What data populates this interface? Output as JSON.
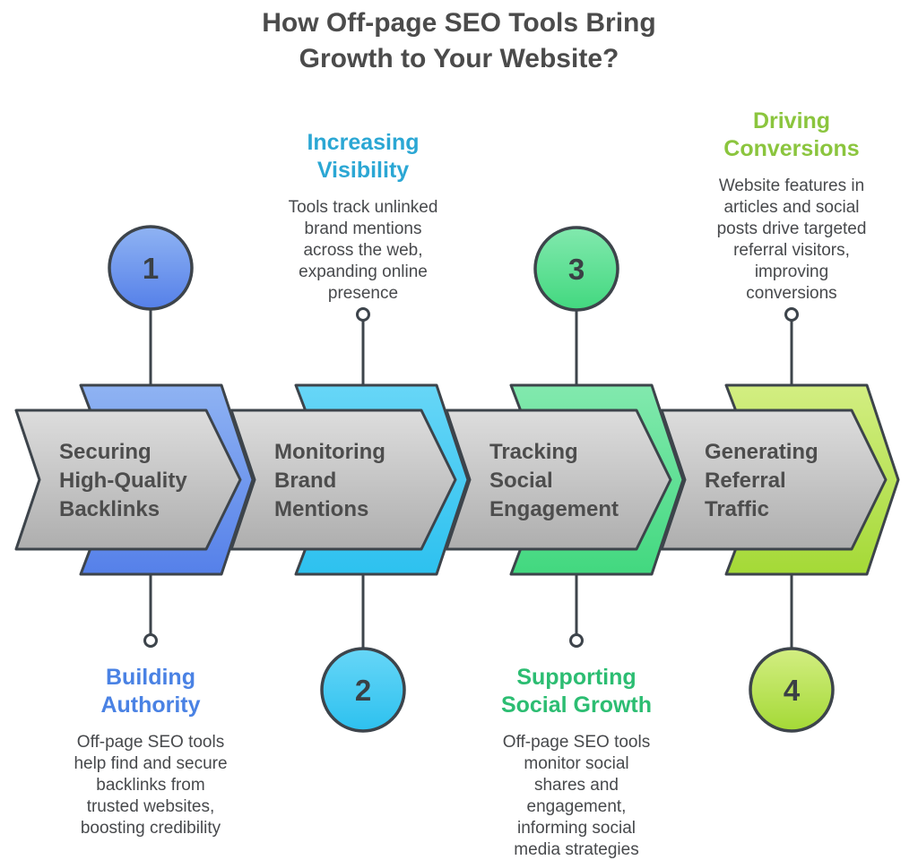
{
  "title": "How Off-page SEO Tools Bring\nGrowth to Your Website?",
  "steps": [
    {
      "number": "1",
      "chevron_label": "Securing\nHigh-Quality\nBacklinks",
      "colors": {
        "gradient_from": "#8FB3F3",
        "gradient_to": "#5580E9"
      },
      "callout": {
        "position": "bottom",
        "heading": "Building\nAuthority",
        "heading_color": "#4A82E4",
        "body": "Off-page SEO tools\nhelp find and secure\nbacklinks from\ntrusted websites,\nboosting credibility"
      }
    },
    {
      "number": "2",
      "chevron_label": "Monitoring\nBrand\nMentions",
      "colors": {
        "gradient_from": "#67D6F7",
        "gradient_to": "#2DC1EF"
      },
      "callout": {
        "position": "top",
        "heading": "Increasing\nVisibility",
        "heading_color": "#2BA7D4",
        "body": "Tools track unlinked\nbrand mentions\nacross the web,\nexpanding online\npresence"
      }
    },
    {
      "number": "3",
      "chevron_label": "Tracking\nSocial\nEngagement",
      "colors": {
        "gradient_from": "#82E9AE",
        "gradient_to": "#42D87F"
      },
      "callout": {
        "position": "bottom",
        "heading": "Supporting\nSocial Growth",
        "heading_color": "#2CBD72",
        "body": "Off-page SEO tools\nmonitor social\nshares and\nengagement,\ninforming social\nmedia strategies"
      }
    },
    {
      "number": "4",
      "chevron_label": "Generating\nReferral\nTraffic",
      "colors": {
        "gradient_from": "#D3EE82",
        "gradient_to": "#A4D936"
      },
      "callout": {
        "position": "top",
        "heading": "Driving\nConversions",
        "heading_color": "#8BC53E",
        "body": "Website features in\narticles and social\nposts drive targeted\nreferral visitors,\nimproving\nconversions"
      }
    }
  ],
  "style": {
    "gray_from": "#DDDDDD",
    "gray_to": "#AEAEAE",
    "outline": "#3D444B",
    "title_color": "#4B4B4B"
  }
}
